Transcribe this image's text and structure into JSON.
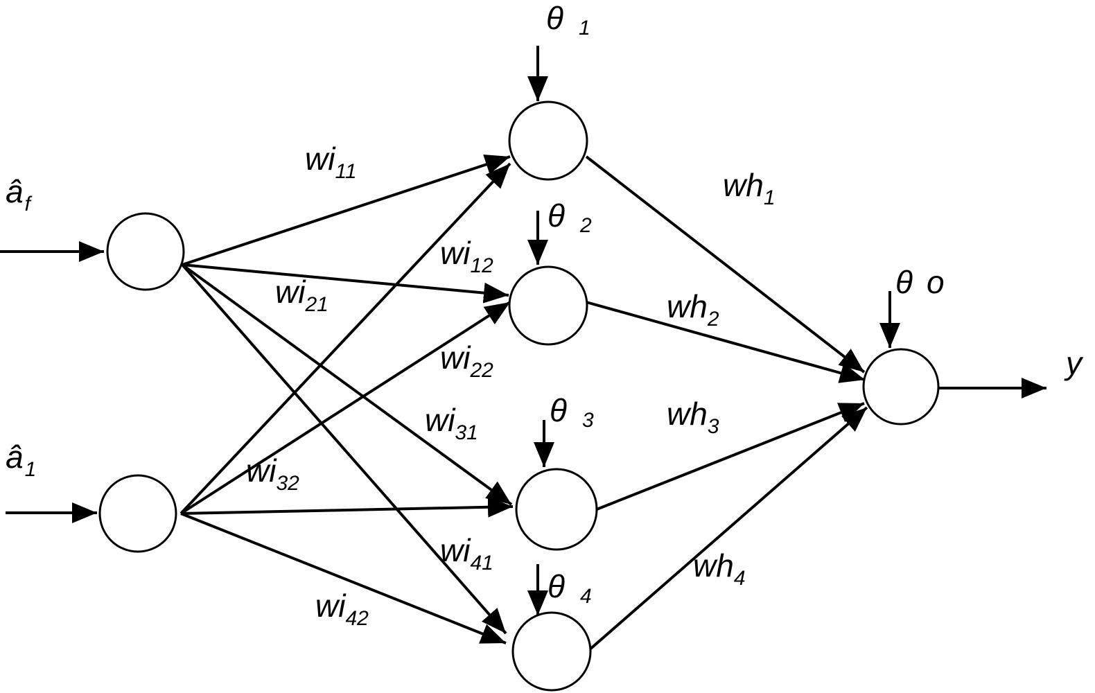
{
  "colors": {
    "stroke": "#000000",
    "background": "#ffffff"
  },
  "inputs": {
    "af": {
      "base": "â",
      "sub": "f"
    },
    "a1": {
      "base": "â",
      "sub": "1"
    }
  },
  "output": {
    "label": "y"
  },
  "weights": {
    "wi11": {
      "base": "wi",
      "sub": "11"
    },
    "wi12": {
      "base": "wi",
      "sub": "12"
    },
    "wi21": {
      "base": "wi",
      "sub": "21"
    },
    "wi22": {
      "base": "wi",
      "sub": "22"
    },
    "wi31": {
      "base": "wi",
      "sub": "31"
    },
    "wi32": {
      "base": "wi",
      "sub": "32"
    },
    "wi41": {
      "base": "wi",
      "sub": "41"
    },
    "wi42": {
      "base": "wi",
      "sub": "42"
    },
    "wh1": {
      "base": "wh",
      "sub": "1"
    },
    "wh2": {
      "base": "wh",
      "sub": "2"
    },
    "wh3": {
      "base": "wh",
      "sub": "3"
    },
    "wh4": {
      "base": "wh",
      "sub": "4"
    }
  },
  "biases": {
    "t1": {
      "symbol": "θ",
      "index": "1"
    },
    "t2": {
      "symbol": "θ",
      "index": "2"
    },
    "t3": {
      "symbol": "θ",
      "index": "3"
    },
    "t4": {
      "symbol": "θ",
      "index": "4"
    },
    "to": {
      "symbol": "θ",
      "index": "o"
    }
  }
}
